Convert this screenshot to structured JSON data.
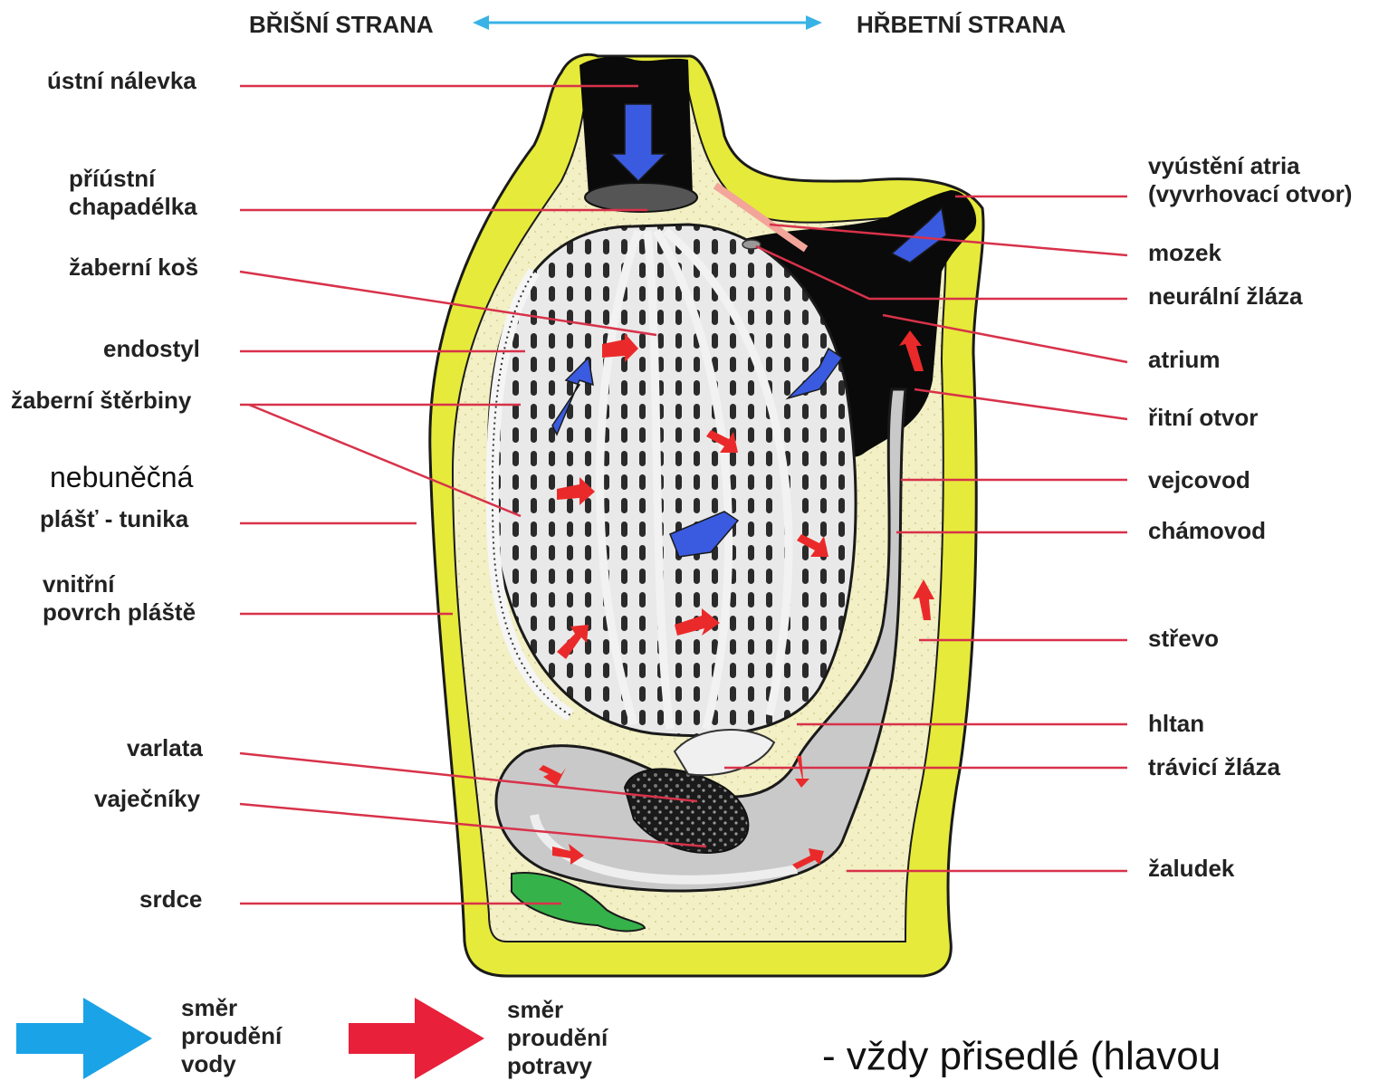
{
  "header": {
    "ventral": "BŘIŠNÍ STRANA",
    "dorsal": "HŘBETNÍ STRANA"
  },
  "labels_left": [
    "ústní nálevka",
    "příústní\nchapadélka",
    "žaberní koš",
    "endostyl",
    "žaberní štěrbiny",
    "nebuněčná",
    "plášť - tunika",
    "vnitřní\npovrch pláště",
    "varlata",
    "vaječníky",
    "srdce"
  ],
  "labels_right": [
    "vyústění atria\n(vyvrhovací otvor)",
    "mozek",
    "neurální žláza",
    "atrium",
    "řitní otvor",
    "vejcovod",
    "chámovod",
    "střevo",
    "hltan",
    "trávicí žláza",
    "žaludek"
  ],
  "legend": {
    "water": [
      "směr",
      "proudění",
      "vody"
    ],
    "food": [
      "směr",
      "proudění",
      "potravy"
    ],
    "water_color": "#1aa3e6",
    "food_color": "#e8203a"
  },
  "footer_text": "- vždy přisedlé (hlavou",
  "colors": {
    "tunic": "#e6ea3a",
    "inner": "#f2f0c4",
    "atrium": "#0a0a0a",
    "leader_line": "#d8324a",
    "water_arrow": "#3a5be0",
    "food_arrow": "#ea2a2a",
    "heart": "#36b24a"
  }
}
